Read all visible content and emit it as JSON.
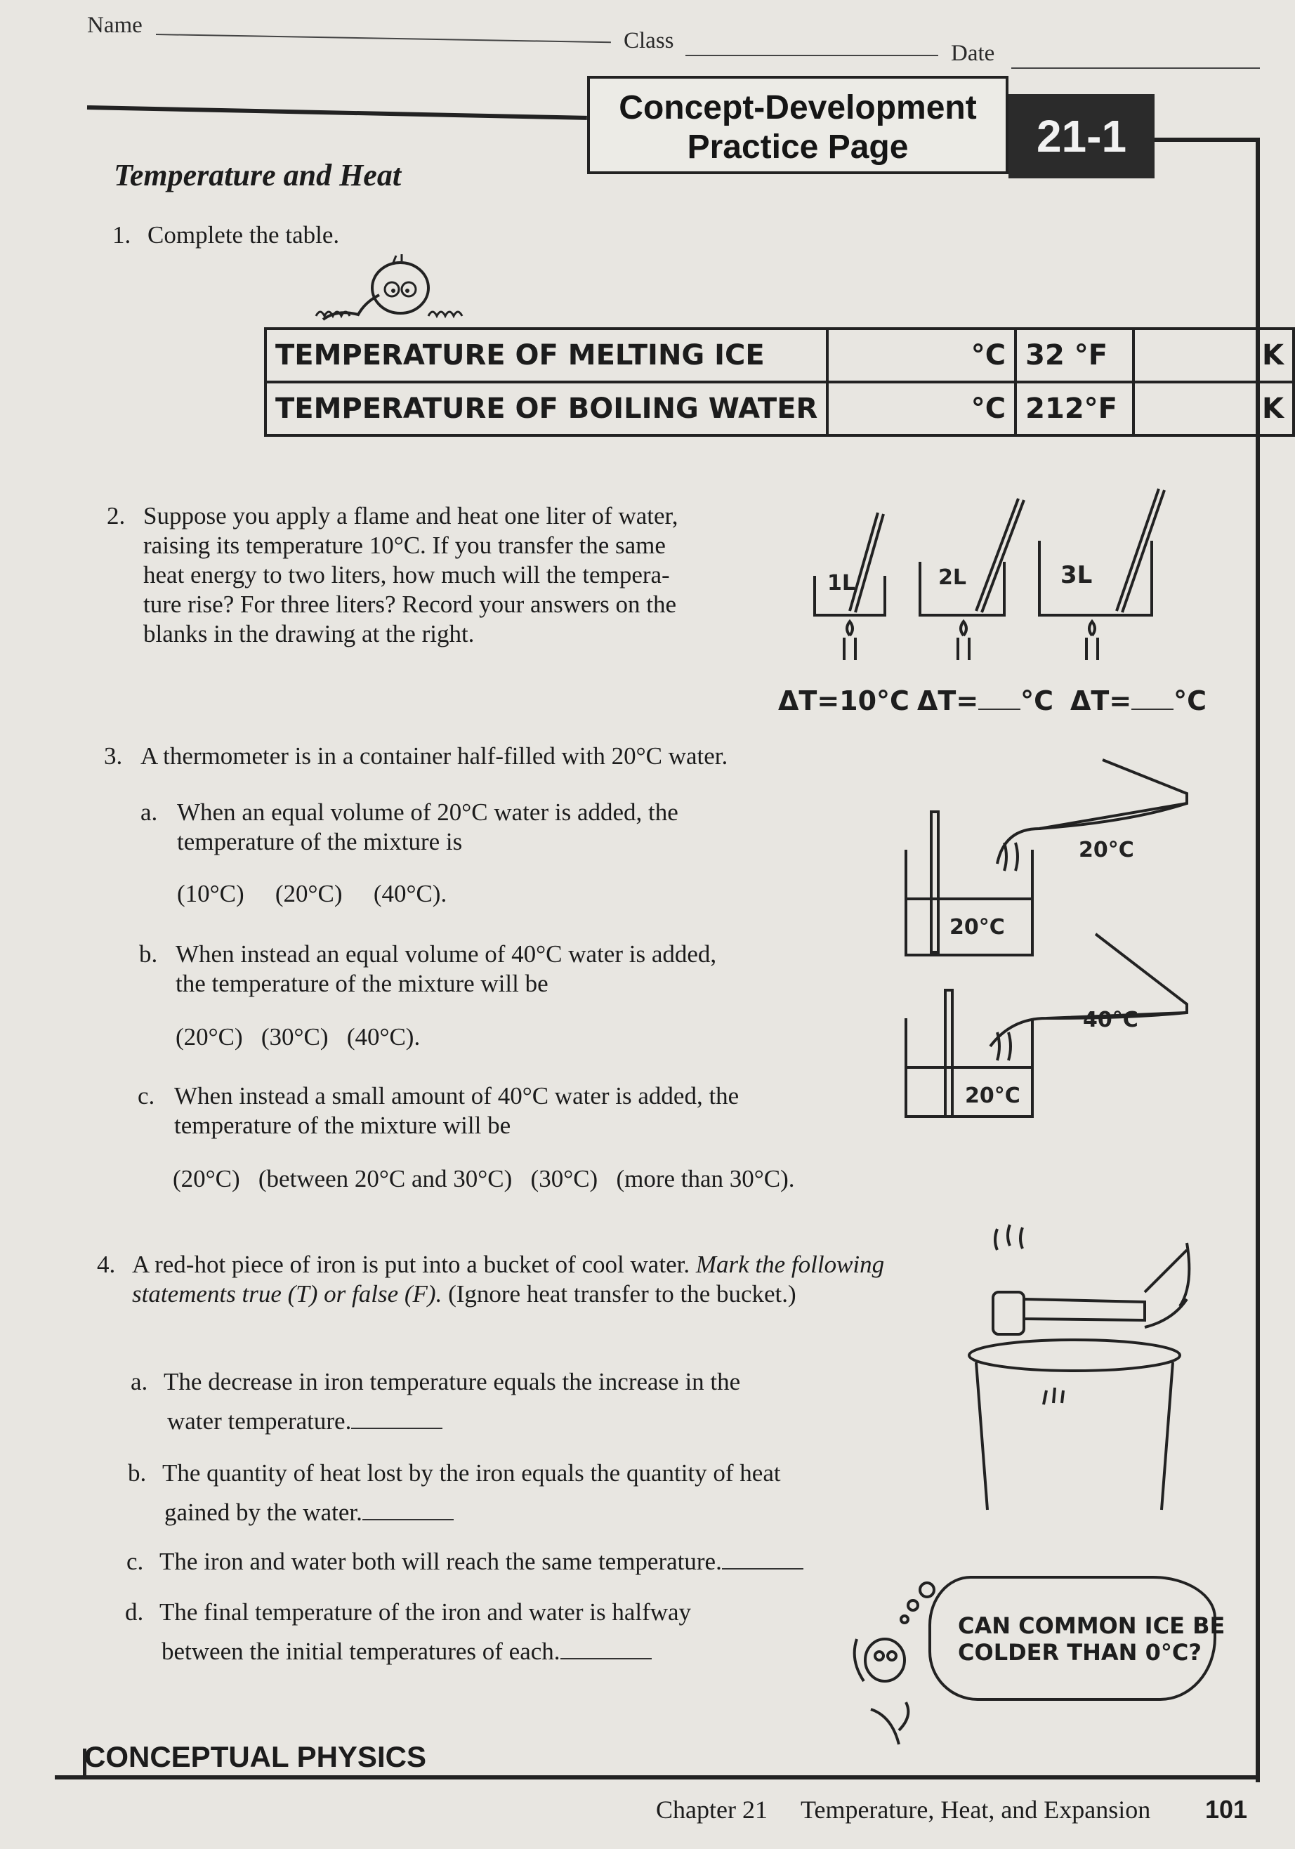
{
  "header": {
    "name_label": "Name",
    "class_label": "Class",
    "date_label": "Date"
  },
  "banner": {
    "title_line1": "Concept-Development",
    "title_line2": "Practice Page",
    "number": "21-1"
  },
  "section_title": "Temperature and Heat",
  "q1": {
    "number": "1.",
    "text": "Complete the table.",
    "rows": [
      {
        "label": "TEMPERATURE OF MELTING ICE",
        "celsius_unit": "°C",
        "fahrenheit": "32 °F",
        "kelvin_unit": "K"
      },
      {
        "label": "TEMPERATURE OF BOILING WATER",
        "celsius_unit": "°C",
        "fahrenheit": "212°F",
        "kelvin_unit": "K"
      }
    ]
  },
  "q2": {
    "number": "2.",
    "lines": [
      "Suppose you apply a flame and heat one liter of water,",
      "raising its temperature 10°C. If you transfer the same",
      "heat energy to two liters, how much will the tempera-",
      "ture rise? For three liters? Record your answers on the",
      "blanks in the drawing at the right."
    ],
    "containers": [
      "1L",
      "2L",
      "3L"
    ],
    "dt1": "ΔT=10°C",
    "dt2_prefix": "ΔT=",
    "dt2_unit": "°C",
    "dt3_prefix": "ΔT=",
    "dt3_unit": "°C"
  },
  "q3": {
    "number": "3.",
    "text": "A thermometer is in a container half-filled with 20°C water.",
    "a": {
      "letter": "a.",
      "line1": "When an equal volume of 20°C water is added, the",
      "line2": "temperature of the mixture is",
      "choices": [
        "(10°C)",
        "(20°C)",
        "(40°C)."
      ]
    },
    "b": {
      "letter": "b.",
      "line1": "When instead an equal volume of 40°C water is added,",
      "line2": "the temperature of the mixture will be",
      "choices": [
        "(20°C)",
        "(30°C)",
        "(40°C)."
      ]
    },
    "c": {
      "letter": "c.",
      "line1": "When instead a small amount of 40°C water is added, the",
      "line2": "temperature of the mixture will be",
      "choices": [
        "(20°C)",
        "(between 20°C and 30°C)",
        "(30°C)",
        "(more than 30°C)."
      ]
    },
    "fig_top_pour": "20°C",
    "fig_top_beaker": "20°C",
    "fig_bottom_pour": "40°C",
    "fig_bottom_beaker": "20°C"
  },
  "q4": {
    "number": "4.",
    "intro_plain": "A red-hot piece of iron is put into a bucket of cool water.",
    "intro_italic": "Mark the following statements true (T) or false (F).",
    "intro_end": "(Ignore heat transfer to the bucket.)",
    "items": [
      {
        "letter": "a.",
        "line1": "The decrease in iron temperature equals the increase in the",
        "line2": "water temperature."
      },
      {
        "letter": "b.",
        "line1": "The quantity of heat lost by the iron equals the quantity of heat",
        "line2": "gained by the water."
      },
      {
        "letter": "c.",
        "line1": "The iron and water both will reach the same temperature.",
        "line2": ""
      },
      {
        "letter": "d.",
        "line1": "The final temperature of the iron and water is halfway",
        "line2": "between the initial temperatures of each."
      }
    ]
  },
  "cloud": {
    "line1": "CAN COMMON ICE BE",
    "line2": "COLDER THAN 0°C?"
  },
  "footer": {
    "publisher": "CONCEPTUAL PHYSICS",
    "chapter": "Chapter 21",
    "chapter_title": "Temperature, Heat, and Expansion",
    "page": "101"
  }
}
